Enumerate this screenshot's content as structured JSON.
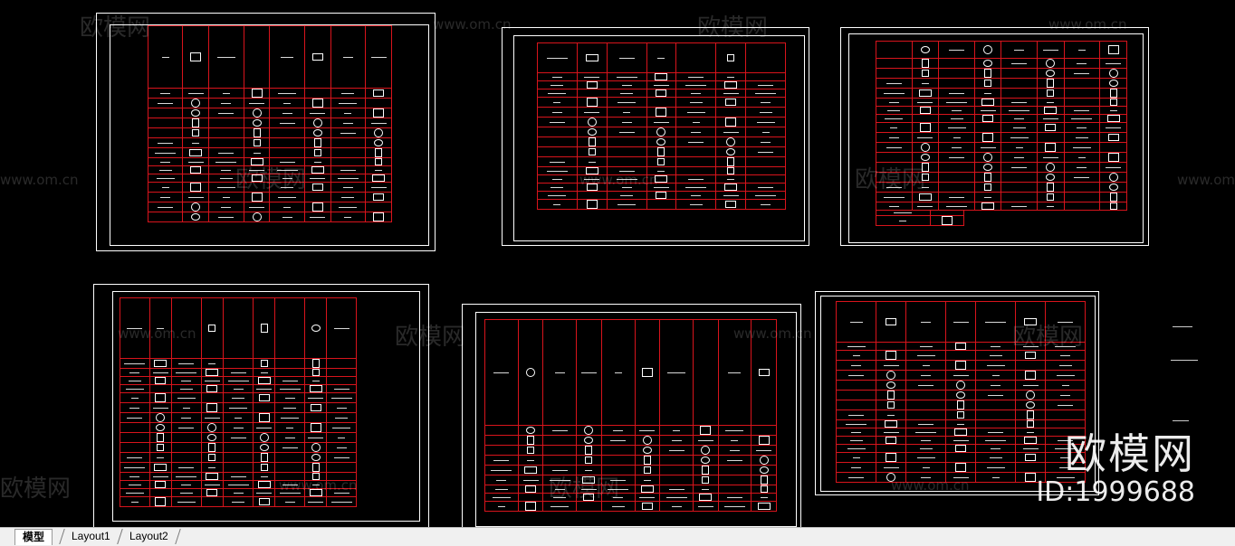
{
  "watermarks": {
    "brand": "欧模网",
    "site": "www.om.cn",
    "id_text": "ID:1999688"
  },
  "tabs": [
    {
      "label": "模型",
      "active": true
    },
    {
      "label": "Layout1",
      "active": false
    },
    {
      "label": "Layout2",
      "active": false
    }
  ],
  "colors": {
    "background": "#000000",
    "table_lines": "#d8141c",
    "drawing_lines": "#ffffff",
    "tabbar": "#f0f0f0"
  }
}
